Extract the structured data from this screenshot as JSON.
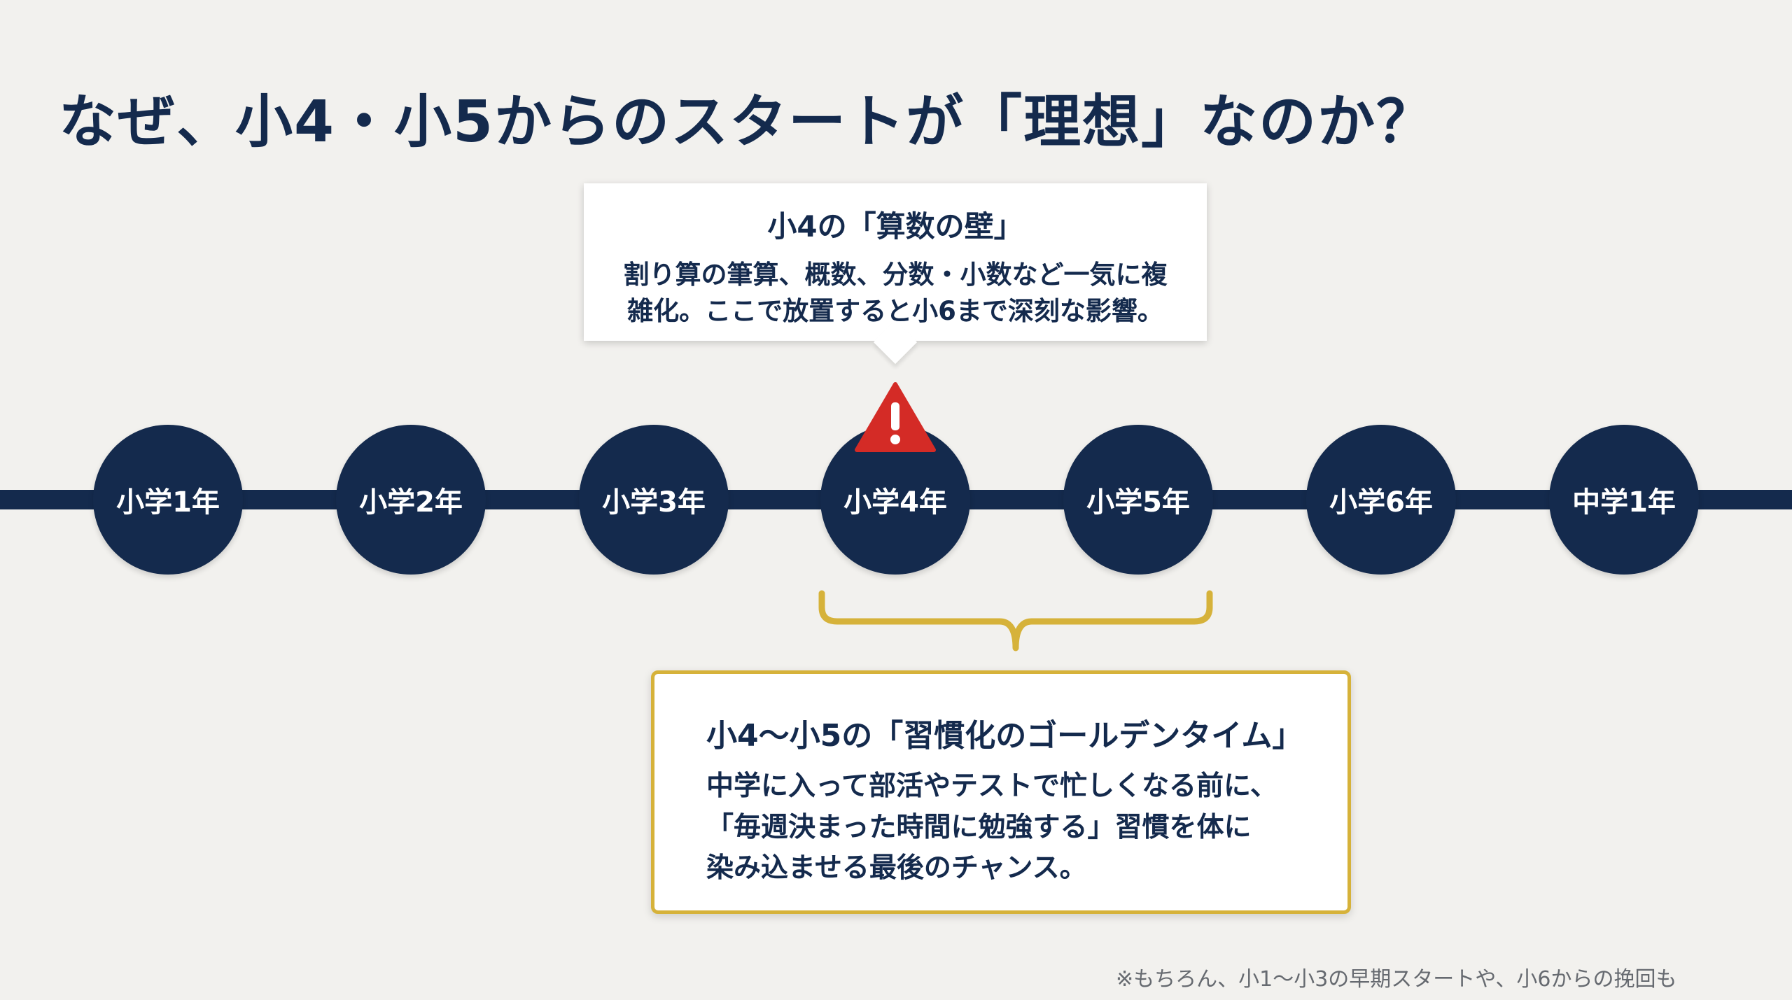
{
  "title": "なぜ、小4・小5からのスタートが「理想」なのか？",
  "timeline": {
    "nodes": [
      "小学1年",
      "小学2年",
      "小学3年",
      "小学4年",
      "小学5年",
      "小学6年",
      "中学1年"
    ]
  },
  "callout_top": {
    "title": "小4の「算数の壁」",
    "body": "割り算の筆算、概数、分数・小数など一気に複雑化。ここで放置すると小6まで深刻な影響。"
  },
  "callout_bottom": {
    "title": "小4〜小5の「習慣化のゴールデンタイム」",
    "lines": [
      "中学に入って部活やテストで忙しくなる前に、",
      "「毎週決まった時間に勉強する」習慣を体に",
      "染み込ませる最後のチャンス。"
    ]
  },
  "footnote": "※もちろん、小1〜小3の早期スタートや、小6からの挽回も",
  "colors": {
    "navy": "#142a4d",
    "gold": "#d6b23a",
    "warning_red": "#d42b26",
    "background": "#f2f1ee"
  },
  "icons": {
    "warning": "warning-triangle-icon",
    "brace": "curly-brace"
  }
}
